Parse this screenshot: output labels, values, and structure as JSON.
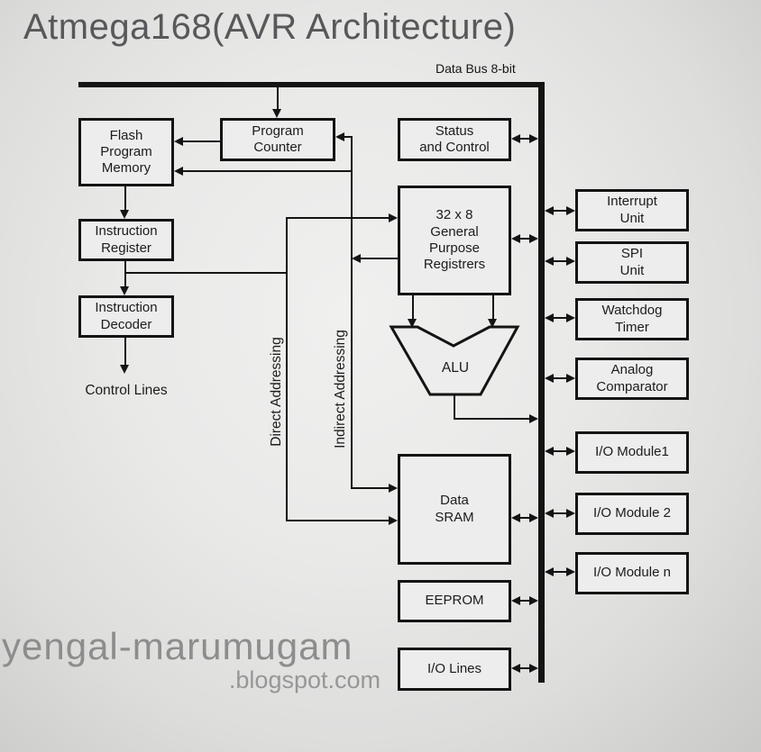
{
  "title": "Atmega168(AVR Architecture)",
  "bus": {
    "label": "Data Bus 8-bit"
  },
  "blocks": {
    "flash": "Flash\nProgram\nMemory",
    "program_counter": "Program\nCounter",
    "status_control": "Status\nand Control",
    "instruction_register": "Instruction\nRegister",
    "instruction_decoder": "Instruction\nDecoder",
    "gp_registers": "32 x 8\nGeneral\nPurpose\nRegistrers",
    "alu": "ALU",
    "data_sram": "Data\nSRAM",
    "eeprom": "EEPROM",
    "io_lines": "I/O Lines",
    "interrupt_unit": "Interrupt\nUnit",
    "spi_unit": "SPI\nUnit",
    "watchdog_timer": "Watchdog\nTimer",
    "analog_comparator": "Analog\nComparator",
    "io_module_1": "I/O Module1",
    "io_module_2": "I/O Module 2",
    "io_module_n": "I/O Module n"
  },
  "labels": {
    "control_lines": "Control Lines",
    "direct_addressing": "Direct Addressing",
    "indirect_addressing": "Indirect Addressing"
  },
  "watermark": {
    "line1": "yengal-marumugam",
    "line2": ".blogspot.com"
  },
  "colors": {
    "line": "#141414",
    "box_fill": "#ededed",
    "title_text": "#58585a",
    "watermark_text": "#8d8d8d"
  }
}
